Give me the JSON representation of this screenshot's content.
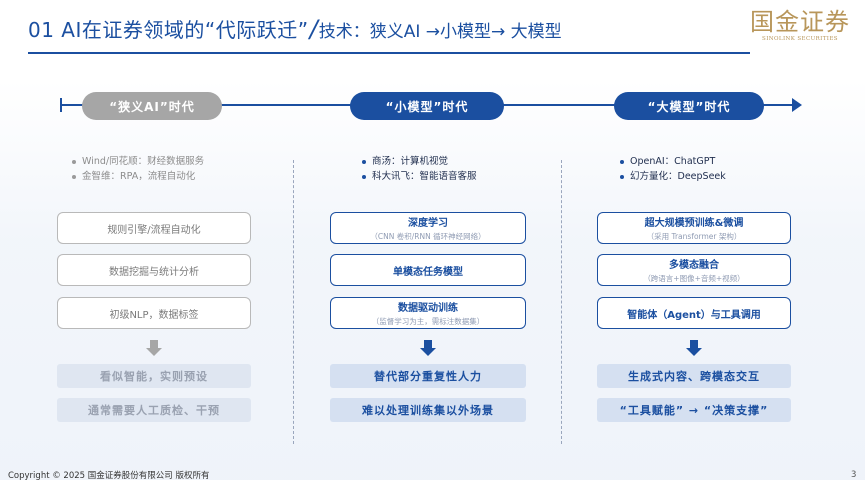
{
  "header": {
    "title_main": "01 AI在证券领域的“代际跃迁”",
    "title_slash": "/",
    "title_sub": "技术：狭义AI →小模型→ 大模型"
  },
  "logo": {
    "name_cn": "国金证券",
    "name_en": "SINOLINK SECURITIES"
  },
  "eras": [
    {
      "label": "“狭义AI”时代",
      "examples": [
        "Wind/同花顺：财经数据服务",
        "金智维：RPA，流程自动化"
      ],
      "boxes": [
        {
          "title": "规则引擎/流程自动化",
          "sub": ""
        },
        {
          "title": "数据挖掘与统计分析",
          "sub": ""
        },
        {
          "title": "初级NLP，数据标签",
          "sub": ""
        }
      ],
      "outcomes": [
        "看似智能，实则预设",
        "通常需要人工质检、干预"
      ]
    },
    {
      "label": "“小模型”时代",
      "examples": [
        "商汤：计算机视觉",
        "科大讯飞：智能语音客服"
      ],
      "boxes": [
        {
          "title": "深度学习",
          "sub": "（CNN 卷积/RNN 循环神经网络）"
        },
        {
          "title": "单模态任务模型",
          "sub": ""
        },
        {
          "title": "数据驱动训练",
          "sub": "（监督学习为主，需标注数据集）"
        }
      ],
      "outcomes": [
        "替代部分重复性人力",
        "难以处理训练集以外场景"
      ]
    },
    {
      "label": "“大模型”时代",
      "examples": [
        "OpenAI：ChatGPT",
        "幻方量化：DeepSeek"
      ],
      "boxes": [
        {
          "title": "超大规模预训练&微调",
          "sub": "（采用 Transformer 架构）"
        },
        {
          "title": "多模态融合",
          "sub": "（跨语言+图像+音频+视频）"
        },
        {
          "title": "智能体（Agent）与工具调用",
          "sub": ""
        }
      ],
      "outcomes": [
        "生成式内容、跨模态交互",
        "“工具赋能” → “决策支撑”"
      ]
    }
  ],
  "footer": {
    "copyright": "Copyright © 2025 国金证券股份有限公司 版权所有",
    "page_number": "3"
  }
}
